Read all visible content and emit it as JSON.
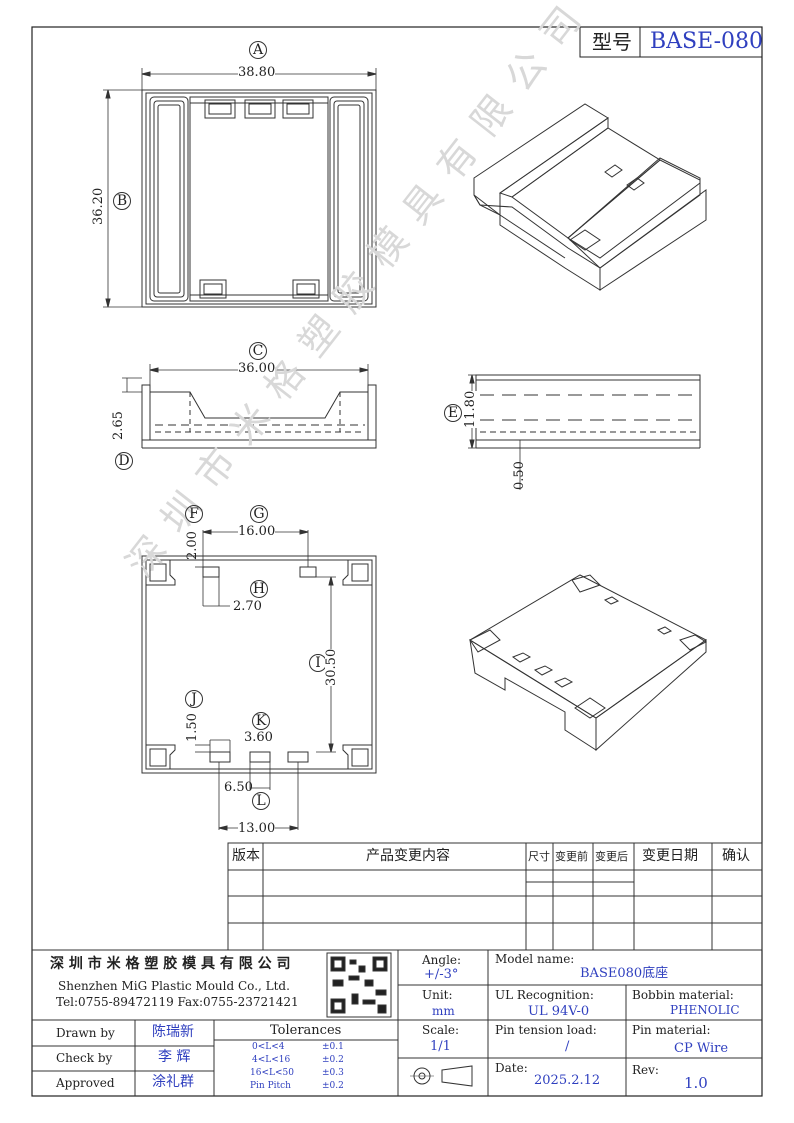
{
  "header": {
    "model_label": "型号",
    "model_value": "BASE-080"
  },
  "watermark": "深圳市米格塑胶模具有限公司",
  "top_view": {
    "label_a": "A",
    "label_b": "B",
    "width": "38.80",
    "height": "36.20"
  },
  "side_view": {
    "label_c": "C",
    "label_d": "D",
    "width": "36.00",
    "height": "2.65"
  },
  "end_view": {
    "label_e": "E",
    "height": "11.80",
    "foot": "0.50"
  },
  "bottom_view": {
    "label_f": "F",
    "label_g": "G",
    "label_h": "H",
    "label_i": "I",
    "label_j": "J",
    "label_k": "K",
    "label_l": "L",
    "dim_f": "2.00",
    "dim_g": "16.00",
    "dim_h": "2.70",
    "dim_i": "30.50",
    "dim_j": "1.50",
    "dim_k": "3.60",
    "dim_l": "6.50",
    "dim_13": "13.00"
  },
  "revision_table": {
    "headers": [
      "版本",
      "产品变更内容",
      "尺寸",
      "变更前",
      "变更后",
      "变更日期",
      "确认"
    ]
  },
  "title_block": {
    "company_cn": "深 圳 市 米 格 塑 胶 模 具 有 限 公 司",
    "company_en": "Shenzhen MiG Plastic Mould Co., Ltd.",
    "contact": "Tel:0755-89472119  Fax:0755-23721421",
    "angle_label": "Angle:",
    "angle_value": "+/-3°",
    "unit_label": "Unit:",
    "unit_value": "mm",
    "scale_label": "Scale:",
    "scale_value": "1/1",
    "model_name_label": "Model name:",
    "model_name_value": "BASE080底座",
    "ul_label": "UL Recognition:",
    "ul_value": "UL 94V-0",
    "bobbin_label": "Bobbin material:",
    "bobbin_value": "PHENOLIC",
    "pin_tension_label": "Pin tension load:",
    "pin_tension_value": "/",
    "pin_material_label": "Pin material:",
    "pin_material_value": "CP Wire",
    "date_label": "Date:",
    "date_value": "2025.2.12",
    "rev_label": "Rev:",
    "rev_value": "1.0",
    "drawn_label": "Drawn by",
    "drawn_value": "陈瑞新",
    "check_label": "Check by",
    "check_value": "李 辉",
    "approved_label": "Approved",
    "approved_value": "涂礼群",
    "tolerances_label": "Tolerances",
    "tol_rows": [
      {
        "range": "0<L<4",
        "tol": "±0.1"
      },
      {
        "range": "4<L<16",
        "tol": "±0.2"
      },
      {
        "range": "16<L<50",
        "tol": "±0.3"
      },
      {
        "range": "Pin Pitch",
        "tol": "±0.2"
      }
    ]
  }
}
